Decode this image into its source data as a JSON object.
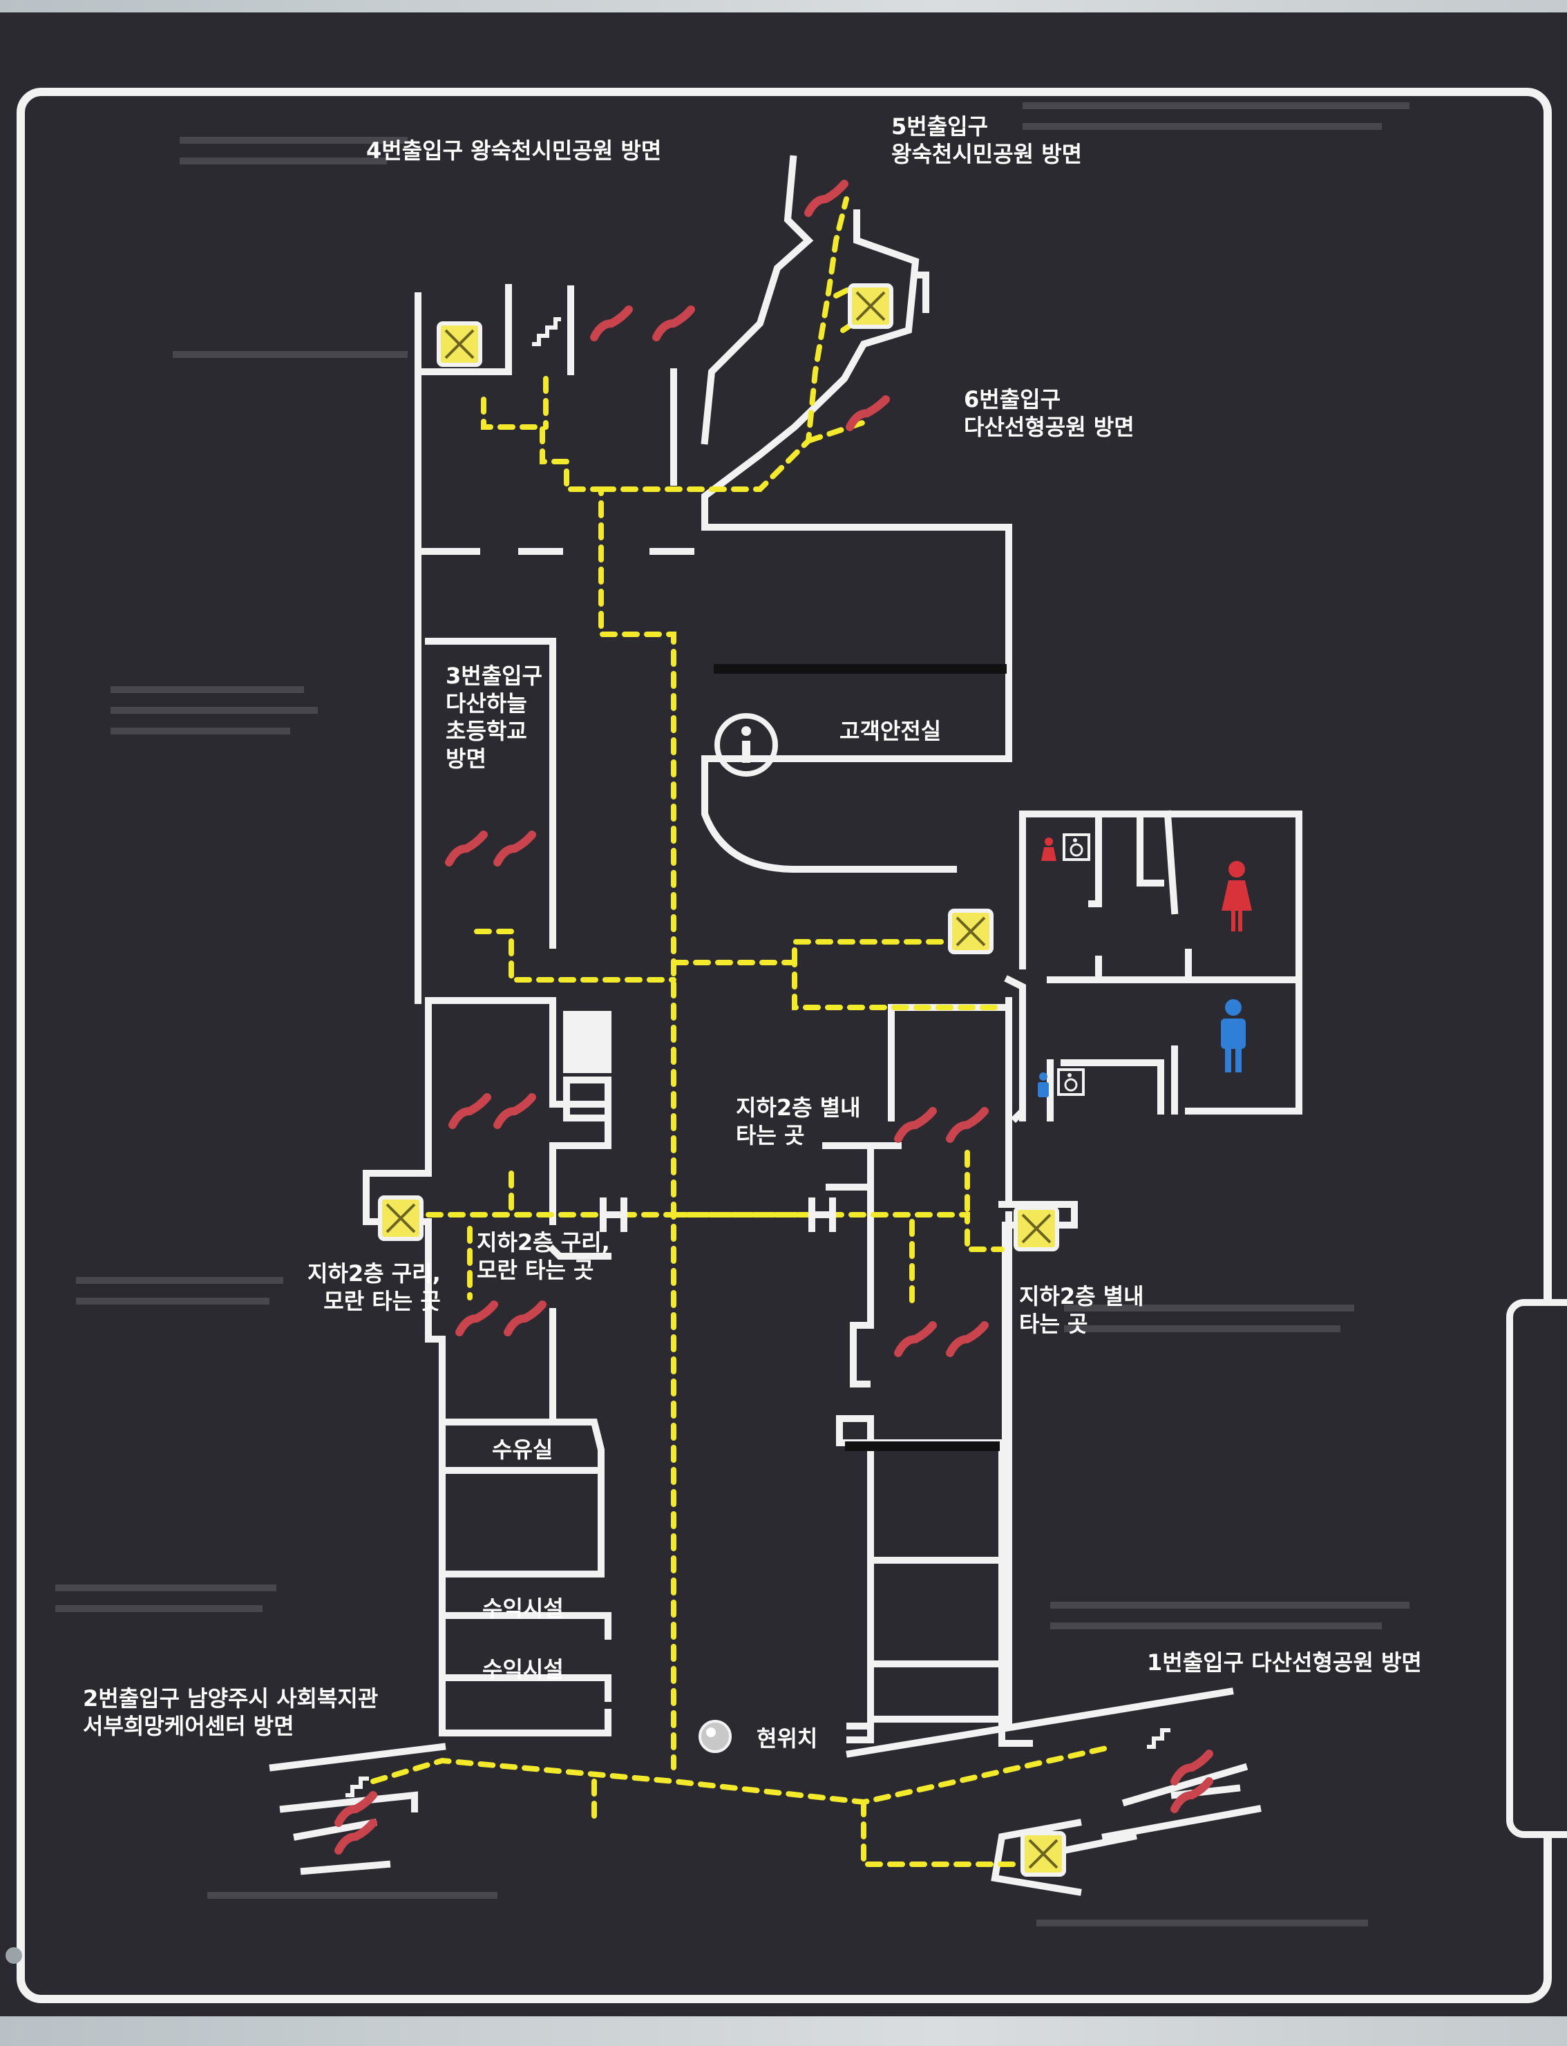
{
  "sign": {
    "palette": {
      "board": "#2b2a30",
      "wall": "#f2f2f2",
      "guide_path": "#f4ea2c",
      "escalator": "#c9444c",
      "elevator": "#f3e85a",
      "restroom_female": "#d8333b",
      "restroom_male": "#2f7fd6"
    },
    "labels": {
      "exit4": "4번출입구 왕숙천시민공원 방면",
      "exit5_line1": "5번출입구",
      "exit5_line2": "왕숙천시민공원 방면",
      "exit6_line1": "6번출입구",
      "exit6_line2": "다산선형공원 방면",
      "exit3_line1": "3번출입구",
      "exit3_line2": "다산하늘",
      "exit3_line3": "초등학교",
      "exit3_line4": "방면",
      "customer_safety_room": "고객안전실",
      "b2_byeollae_upper_line1": "지하2층 별내",
      "b2_byeollae_upper_line2": "타는 곳",
      "b2_guri_left_line1": "지하2층 구리,",
      "b2_guri_left_line2": "모란 타는 곳",
      "b2_guri_inner_line1": "지하2층 구리,",
      "b2_guri_inner_line2": "모란 타는 곳",
      "b2_byeollae_right_line1": "지하2층 별내",
      "b2_byeollae_right_line2": "타는 곳",
      "nursing_room": "수유실",
      "revenue_facility_1": "수익시설",
      "revenue_facility_2": "수익시설",
      "exit2_line1": "2번출입구  남양주시 사회복지관",
      "exit2_line2": "서부희망케어센터 방면",
      "exit1": "1번출입구 다산선형공원 방면",
      "current_location": "현위치"
    },
    "icons": {
      "info": "information-icon",
      "elevator": "elevator-icon",
      "escalator": "escalator-icon",
      "stairs": "stairs-icon",
      "restroom_female": "female-restroom-icon",
      "restroom_male": "male-restroom-icon",
      "accessible": "wheelchair-icon",
      "current_location": "current-location-marker-icon",
      "platform_junction": "platform-junction-icon"
    }
  }
}
